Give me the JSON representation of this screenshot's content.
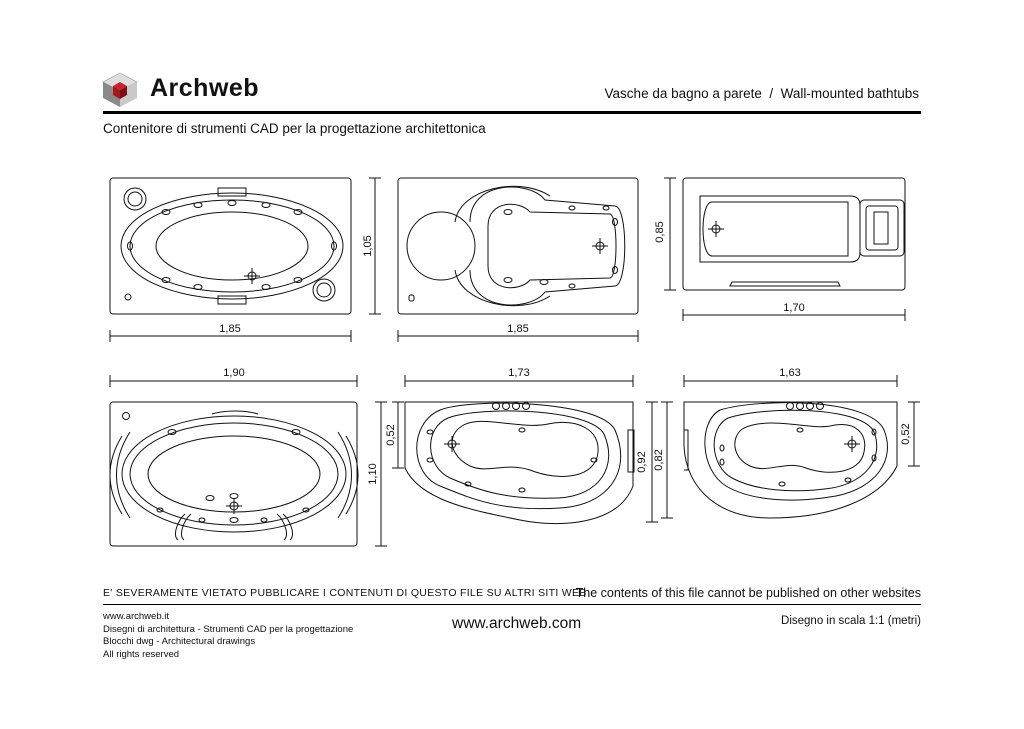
{
  "brand": {
    "name": "Archweb",
    "logo_colors": {
      "left_face": "#8a8a8a",
      "right_face": "#c9c9c9",
      "top_face": "#dedede",
      "cube": "#a3171d"
    }
  },
  "header": {
    "title": "Vasche da bagno a parete  /  Wall-mounted bathtubs",
    "subtitle": "Contenitore di strumenti CAD per la progettazione architettonica"
  },
  "drawings": [
    {
      "name": "oval-bathtub-top-left",
      "width_label": "1,85",
      "depth_label": "1,05"
    },
    {
      "name": "curved-bathtub-top-middle",
      "width_label": "1,85"
    },
    {
      "name": "rectangular-bathtub-top-right",
      "width_label": "1,70",
      "depth_label": "0,85"
    },
    {
      "name": "oval-bathtub-bottom-left",
      "width_label": "1,90",
      "depth_label": "1,10"
    },
    {
      "name": "shaped-bathtub-bottom-middle",
      "width_label": "1,73",
      "depth_label_left": "0,52",
      "depth_label_right": "0,92"
    },
    {
      "name": "shaped-bathtub-bottom-right",
      "width_label": "1,63",
      "depth_label_left": "0,82",
      "depth_label_right": "0,52"
    }
  ],
  "warning": {
    "italian": "E' SEVERAMENTE VIETATO PUBBLICARE I CONTENUTI DI QUESTO FILE SU ALTRI SITI WEB",
    "english": "The contents of this file cannot be published on other websites"
  },
  "footer": {
    "left_lines": [
      "www.archweb.it",
      "Disegni di architettura - Strumenti CAD  per la progettazione",
      "Blocchi dwg - Architectural drawings",
      "All rights reserved"
    ],
    "center": "www.archweb.com",
    "right": "Disegno in scala 1:1 (metri)"
  }
}
